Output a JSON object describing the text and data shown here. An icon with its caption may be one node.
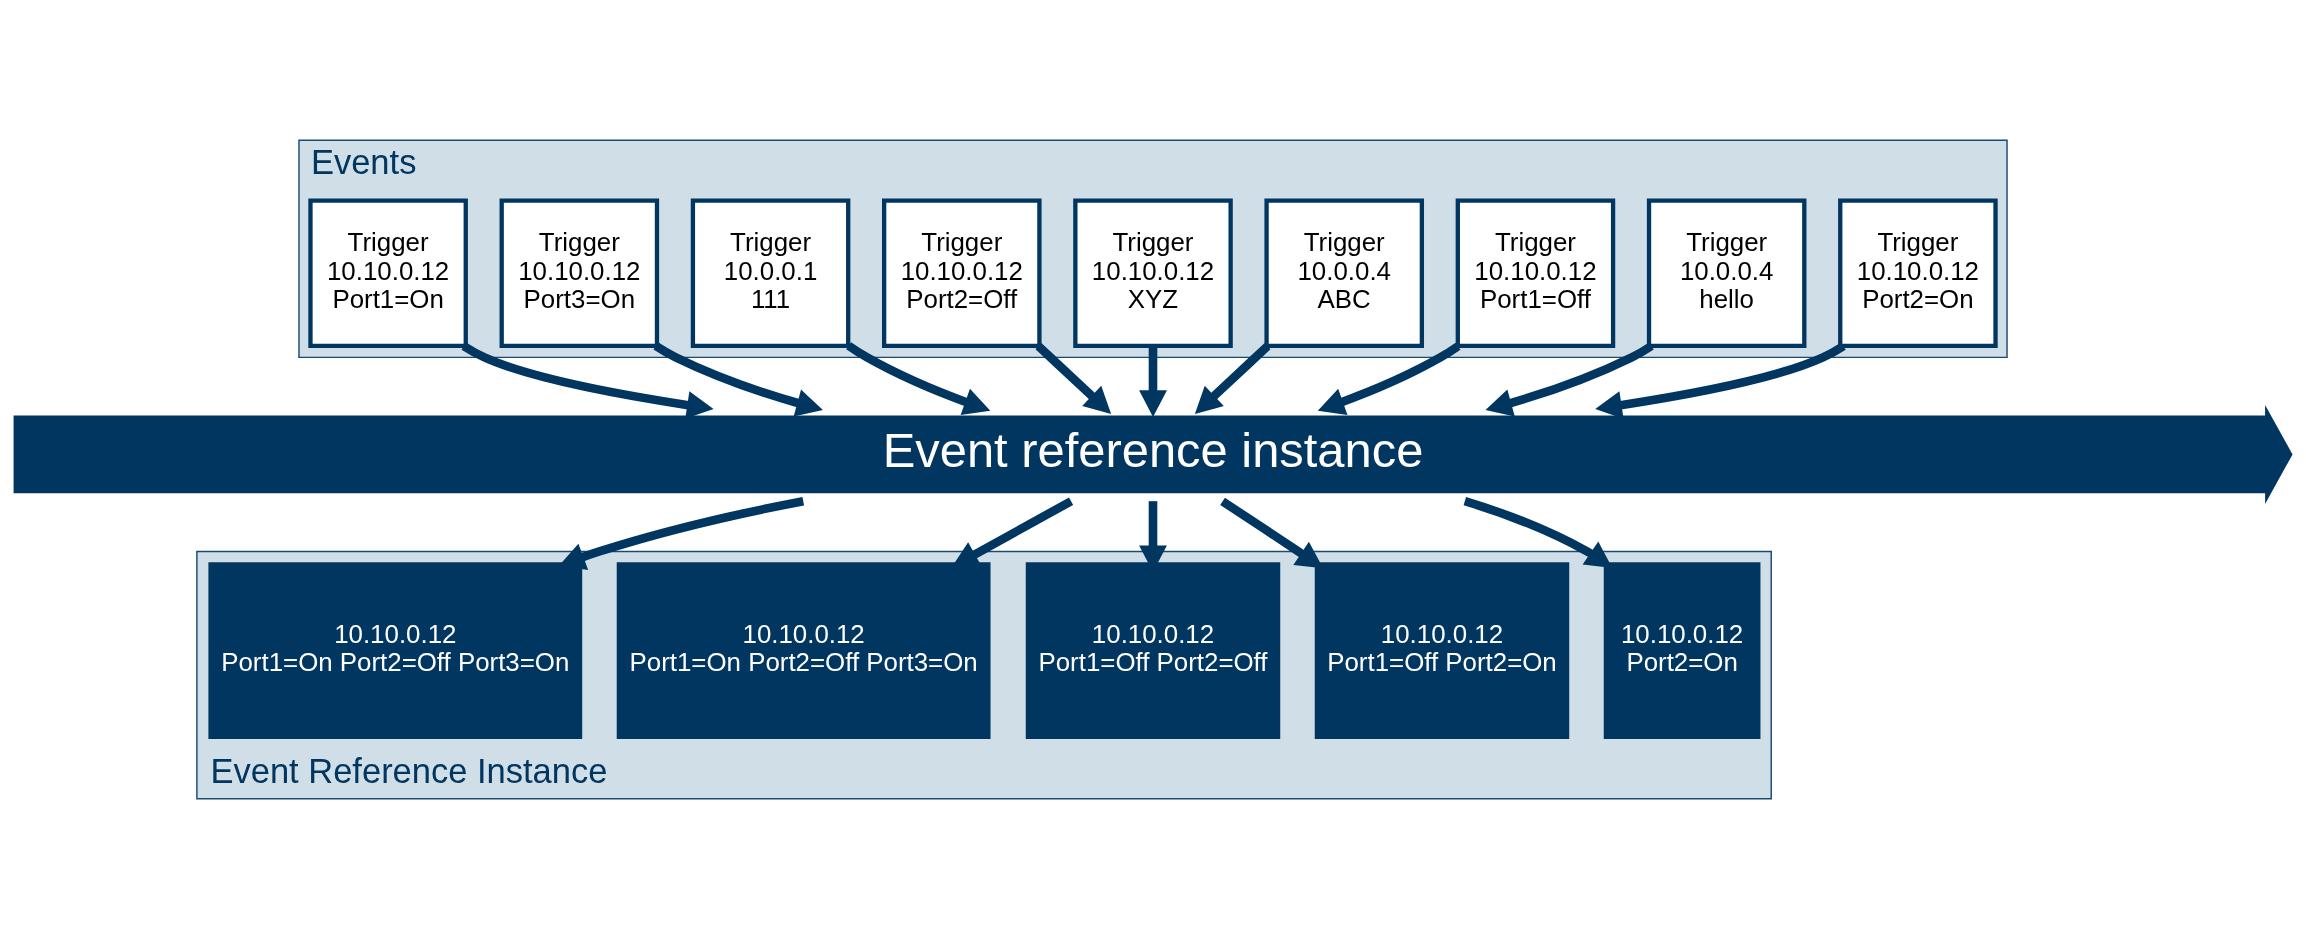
{
  "diagram": {
    "nodes": [
      {
        "text": [
          "Events"
        ]
      },
      {
        "text": [
          "Trigger",
          "10.10.0.12",
          "Port2=On"
        ],
        "in": 0
      },
      {
        "text": [
          "Trigger",
          "10.0.0.4",
          "hello"
        ],
        "in": 0
      },
      {
        "text": [
          "Trigger",
          "10.10.0.12",
          "Port1=Off"
        ],
        "in": 0
      },
      {
        "text": [
          "Trigger",
          "10.0.0.4",
          "ABC"
        ],
        "in": 0
      },
      {
        "text": [
          "Trigger",
          "10.10.0.12",
          "XYZ"
        ],
        "in": 0
      },
      {
        "text": [
          "Trigger",
          "10.10.0.12",
          "Port2=Off"
        ],
        "in": 0
      },
      {
        "text": [
          "Trigger",
          "10.0.0.1",
          "111"
        ],
        "in": 0
      },
      {
        "text": [
          "Trigger",
          "10.10.0.12",
          "Port3=On"
        ],
        "in": 0
      },
      {
        "text": [
          "Trigger",
          "10.10.0.12",
          "Port1=On"
        ],
        "in": 0
      },
      {
        "text": [
          "Event reference instance"
        ]
      },
      {
        "text": [
          "Event Reference Instance"
        ]
      },
      {
        "text": [
          "10.10.0.12",
          "Port2=On"
        ],
        "in": 11
      },
      {
        "text": [
          "10.10.0.12",
          "Port1=Off Port2=On"
        ],
        "in": 11
      },
      {
        "text": [
          "10.10.0.12",
          "Port1=Off Port2=Off"
        ],
        "in": 11
      },
      {
        "text": [
          "10.10.0.12",
          "Port1=On Port2=Off Port3=On"
        ],
        "in": 11
      },
      {
        "text": [
          "10.10.0.12",
          "Port1=On Port2=Off Port3=On"
        ],
        "in": 11
      }
    ],
    "edges": [
      {
        "from": 1,
        "to": 10,
        "arrow": "to"
      },
      {
        "from": 2,
        "to": 10,
        "arrow": "to"
      },
      {
        "from": 3,
        "to": 10,
        "arrow": "to"
      },
      {
        "from": 4,
        "to": 10,
        "arrow": "to"
      },
      {
        "from": 5,
        "to": 10,
        "arrow": "to"
      },
      {
        "from": 6,
        "to": 10,
        "arrow": "to"
      },
      {
        "from": 7,
        "to": 10,
        "arrow": "to"
      },
      {
        "from": 8,
        "to": 10,
        "arrow": "to"
      },
      {
        "from": 9,
        "to": 10,
        "arrow": "to"
      },
      {
        "from": 10,
        "to": 12,
        "arrow": "to"
      },
      {
        "from": 10,
        "to": 13,
        "arrow": "to"
      },
      {
        "from": 10,
        "to": 14,
        "arrow": "to"
      },
      {
        "from": 10,
        "to": 15,
        "arrow": "to"
      },
      {
        "from": 10,
        "to": 16,
        "arrow": "to"
      }
    ]
  }
}
